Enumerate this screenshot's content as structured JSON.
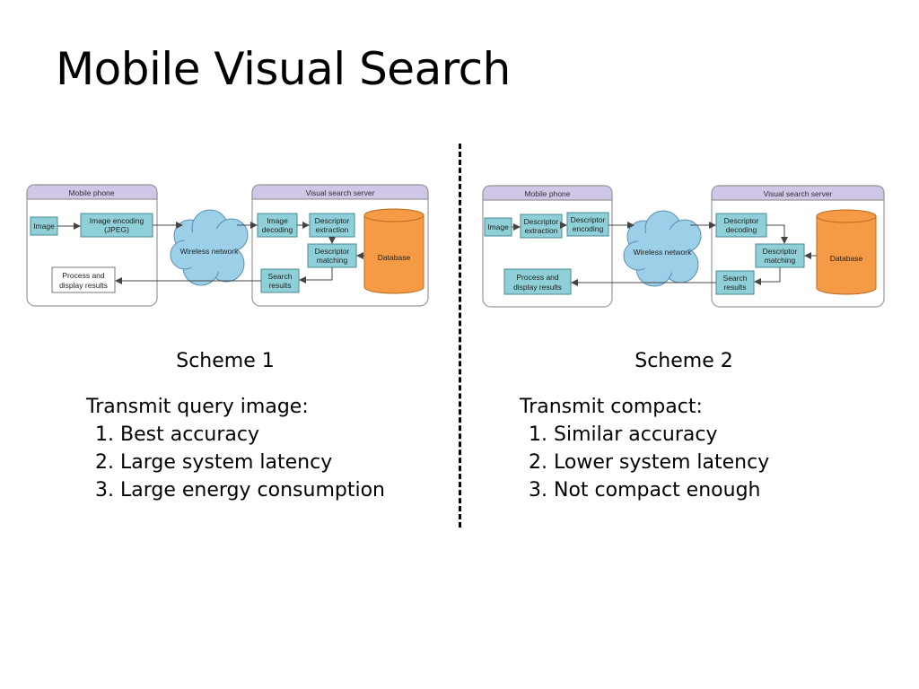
{
  "slide": {
    "title": "Mobile Visual Search"
  },
  "colors": {
    "box": "#8fd0d8",
    "cloud": "#9ccfe8",
    "database": "#f59a45",
    "header": "#cfc6e8"
  },
  "scheme1": {
    "label": "Scheme 1",
    "heading": "Transmit query image:",
    "points": [
      "Best accuracy",
      "Large system latency",
      "Large energy consumption"
    ],
    "diagram": {
      "phone_header": "Mobile phone",
      "server_header": "Visual search server",
      "cloud": "Wireless network",
      "database": "Database",
      "image": "Image",
      "encoding_line1": "Image encoding",
      "encoding_line2": "(JPEG)",
      "decoding_line1": "Image",
      "decoding_line2": "decoding",
      "extraction_line1": "Descriptor",
      "extraction_line2": "extraction",
      "matching_line1": "Descriptor",
      "matching_line2": "matching",
      "search_line1": "Search",
      "search_line2": "results",
      "process_line1": "Process and",
      "process_line2": "display results"
    }
  },
  "scheme2": {
    "label": "Scheme 2",
    "heading": "Transmit compact:",
    "points": [
      "Similar accuracy",
      "Lower system latency",
      "Not compact enough"
    ],
    "diagram": {
      "phone_header": "Mobile phone",
      "server_header": "Visual search server",
      "cloud": "Wireless network",
      "database": "Database",
      "image": "Image",
      "extraction_line1": "Descriptor",
      "extraction_line2": "extraction",
      "encoding_line1": "Descriptor",
      "encoding_line2": "encoding",
      "decoding_line1": "Descriptor",
      "decoding_line2": "decoding",
      "matching_line1": "Descriptor",
      "matching_line2": "matching",
      "search_line1": "Search",
      "search_line2": "results",
      "process_line1": "Process and",
      "process_line2": "display results"
    }
  }
}
